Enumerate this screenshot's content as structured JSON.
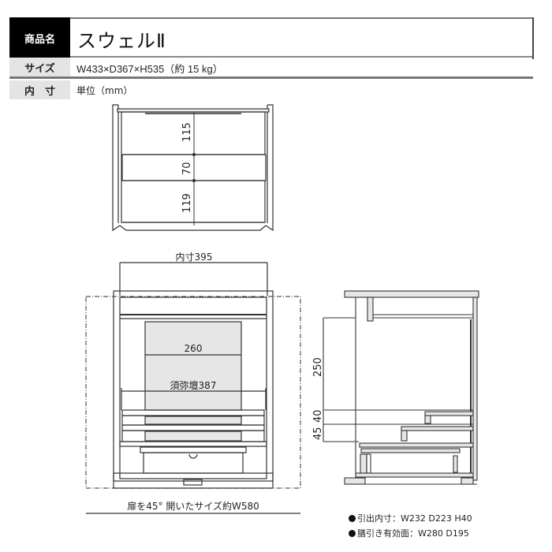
{
  "spec": {
    "name_label": "商品名",
    "name_value": "スウェルⅡ",
    "size_label": "サイズ",
    "size_value": "W433×D367×H535（約 15 kg）",
    "inner_label": "内　寸",
    "inner_value": "単位（mm）"
  },
  "top_view": {
    "dims": [
      "115",
      "70",
      "119"
    ]
  },
  "front_view": {
    "inner_width": "内寸395",
    "width_260": "260",
    "shumidan": "須弥壇387",
    "open_size": "扉を45° 開いたサイズ約W580"
  },
  "side_view": {
    "dims": [
      "250",
      "40",
      "45"
    ]
  },
  "notes": [
    "引出内寸：W232 D223 H40",
    "膳引き有効面：W280 D195"
  ],
  "colors": {
    "label_black": "#000000",
    "label_gray": "#e4e4e4",
    "panel_fill": "#e6e6e6",
    "line": "#333333"
  }
}
